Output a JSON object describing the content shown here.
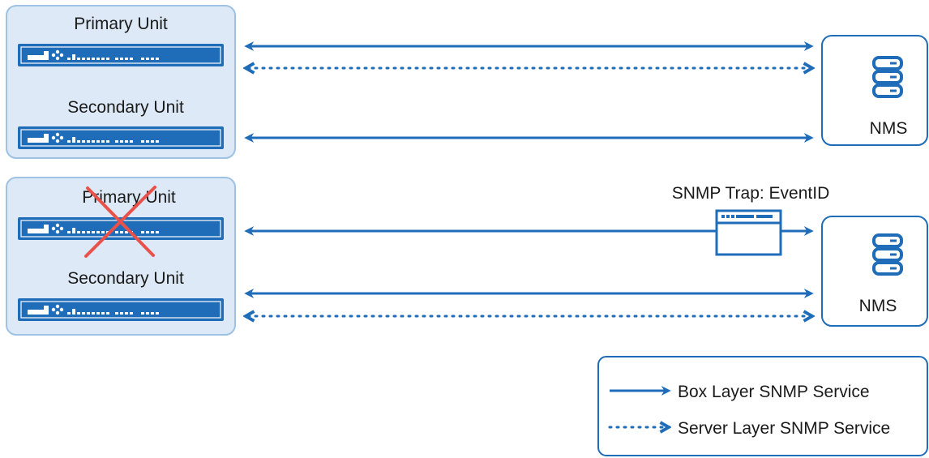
{
  "colors": {
    "blue": "#1f6db8",
    "group_fill": "#dde9f6",
    "group_stroke": "#9ec2e4",
    "x_mark": "#e8524a",
    "text": "#1a1a1a"
  },
  "top_group": {
    "primary_label": "Primary Unit",
    "secondary_label": "Secondary Unit",
    "primary_icon": "firewall-appliance-icon",
    "secondary_icon": "firewall-appliance-icon"
  },
  "bottom_group": {
    "primary_label": "Primary Unit",
    "primary_status": "failed (red X)",
    "secondary_label": "Secondary Unit",
    "primary_icon": "firewall-appliance-icon",
    "secondary_icon": "firewall-appliance-icon"
  },
  "nms_top": {
    "label": "NMS",
    "icon": "server-stack-icon"
  },
  "nms_bottom": {
    "label": "NMS",
    "icon": "server-stack-icon"
  },
  "trap": {
    "label": "SNMP Trap: EventID",
    "icon": "window-icon"
  },
  "legend": {
    "box_layer": "Box Layer SNMP Service",
    "server_layer": "Server Layer SNMP Service"
  }
}
